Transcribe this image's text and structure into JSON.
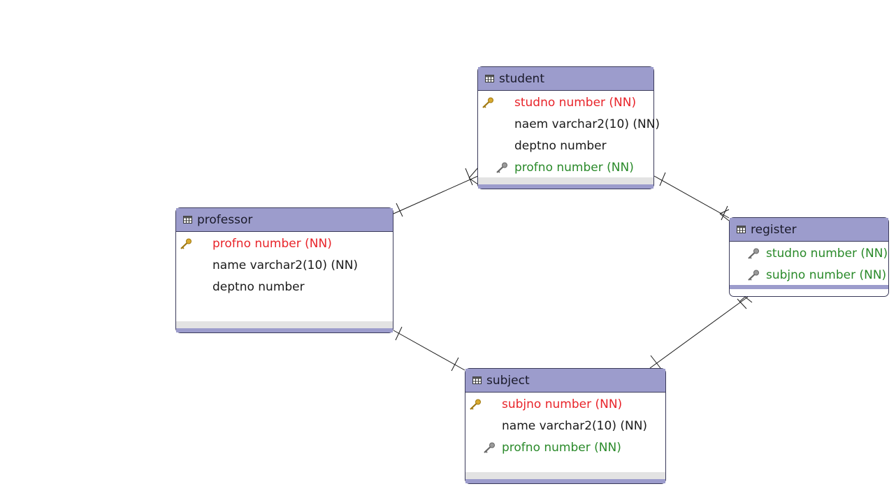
{
  "colors": {
    "header": "#9c9ccc",
    "border": "#3a3a5a",
    "primary_key_text": "#e8242a",
    "foreign_key_text": "#2a8a2a",
    "plain_text": "#1a1a1a"
  },
  "entities": {
    "student": {
      "name": "student",
      "columns": [
        {
          "text": "studno number (NN)",
          "kind": "pk",
          "icon": "gold-key-icon"
        },
        {
          "text": "naem varchar2(10) (NN)",
          "kind": "plain",
          "icon": ""
        },
        {
          "text": "deptno number",
          "kind": "plain",
          "icon": ""
        },
        {
          "text": "profno number (NN)",
          "kind": "fk",
          "icon": "gray-key-icon"
        }
      ]
    },
    "professor": {
      "name": "professor",
      "columns": [
        {
          "text": "profno number (NN)",
          "kind": "pk",
          "icon": "gold-key-icon"
        },
        {
          "text": "name varchar2(10) (NN)",
          "kind": "plain",
          "icon": ""
        },
        {
          "text": "deptno number",
          "kind": "plain",
          "icon": ""
        }
      ]
    },
    "register": {
      "name": "register",
      "columns": [
        {
          "text": "studno number (NN)",
          "kind": "fk",
          "icon": "gray-key-icon"
        },
        {
          "text": "subjno number (NN)",
          "kind": "fk",
          "icon": "gray-key-icon"
        }
      ]
    },
    "subject": {
      "name": "subject",
      "columns": [
        {
          "text": "subjno number (NN)",
          "kind": "pk",
          "icon": "gold-key-icon"
        },
        {
          "text": "name varchar2(10) (NN)",
          "kind": "plain",
          "icon": ""
        },
        {
          "text": "profno number (NN)",
          "kind": "fk",
          "icon": "gray-key-icon"
        }
      ]
    }
  },
  "relationships": [
    {
      "from": "professor",
      "to": "student",
      "from_end": "one",
      "to_end": "many"
    },
    {
      "from": "student",
      "to": "register",
      "from_end": "one",
      "to_end": "many"
    },
    {
      "from": "professor",
      "to": "subject",
      "from_end": "one",
      "to_end": "one"
    },
    {
      "from": "subject",
      "to": "register",
      "from_end": "one",
      "to_end": "many"
    }
  ]
}
